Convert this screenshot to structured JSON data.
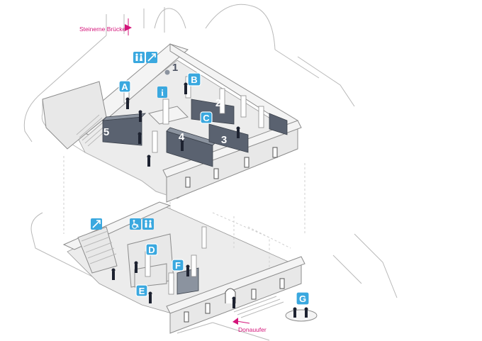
{
  "labels": {
    "bridge": "Steinerne Brücke",
    "riverbank": "Donauufer"
  },
  "markers": [
    "A",
    "B",
    "C",
    "D",
    "E",
    "F",
    "G"
  ],
  "rooms": [
    "1",
    "2",
    "3",
    "4",
    "5"
  ],
  "icons": [
    "toilets-icon",
    "elevator-icon",
    "info-icon",
    "wheelchair-icon"
  ],
  "colors": {
    "marker": "#3aa8df",
    "accent_label": "#d4147a",
    "wall_dark": "#5a6270"
  }
}
